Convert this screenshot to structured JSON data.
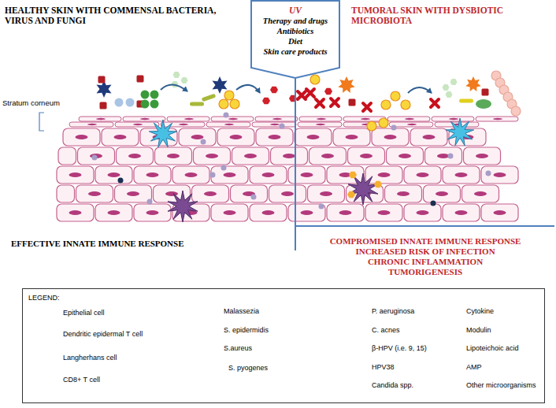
{
  "diagram": {
    "nodes": [
      {
        "text": [
          "UV",
          "Therapy and drugs",
          "Antibiotics",
          "Diet",
          "Skin care products"
        ]
      },
      {
        "text": [
          "LEGEND:"
        ]
      }
    ],
    "labels": [
      "HEALTHY SKIN WITH COMMENSAL BACTERIA, VIRUS AND FUNGI",
      "TUMORAL SKIN WITH DYSBIOTIC MICROBIOTA",
      "Stratum corneum",
      "EFFECTIVE INNATE IMMUNE RESPONSE",
      "COMPROMISED INNATE IMMUNE RESPONSE",
      "INCREASED RISK OF INFECTION",
      "CHRONIC INFLAMMATION",
      "TUMORIGENESIS"
    ],
    "legend": [
      {
        "text": "Epithelial cell"
      },
      {
        "text": "Dendritic epidermal T cell"
      },
      {
        "text": "Langherhans cell"
      },
      {
        "text": "CD8+ T cell"
      },
      {
        "text": "Malassezia"
      },
      {
        "text": "S. epidermidis"
      },
      {
        "text": "S.aureus"
      },
      {
        "text": "S. pyogenes"
      },
      {
        "text": "P. aeruginosa"
      },
      {
        "text": "C. acnes"
      },
      {
        "text": "β-HPV (i.e. 9, 15)"
      },
      {
        "text": "HPV38"
      },
      {
        "text": "Candida spp."
      },
      {
        "text": "Cytokine"
      },
      {
        "text": "Modulin"
      },
      {
        "text": "Lipoteichoic acid"
      },
      {
        "text": "AMP"
      },
      {
        "text": "Other microorganisms"
      }
    ]
  }
}
